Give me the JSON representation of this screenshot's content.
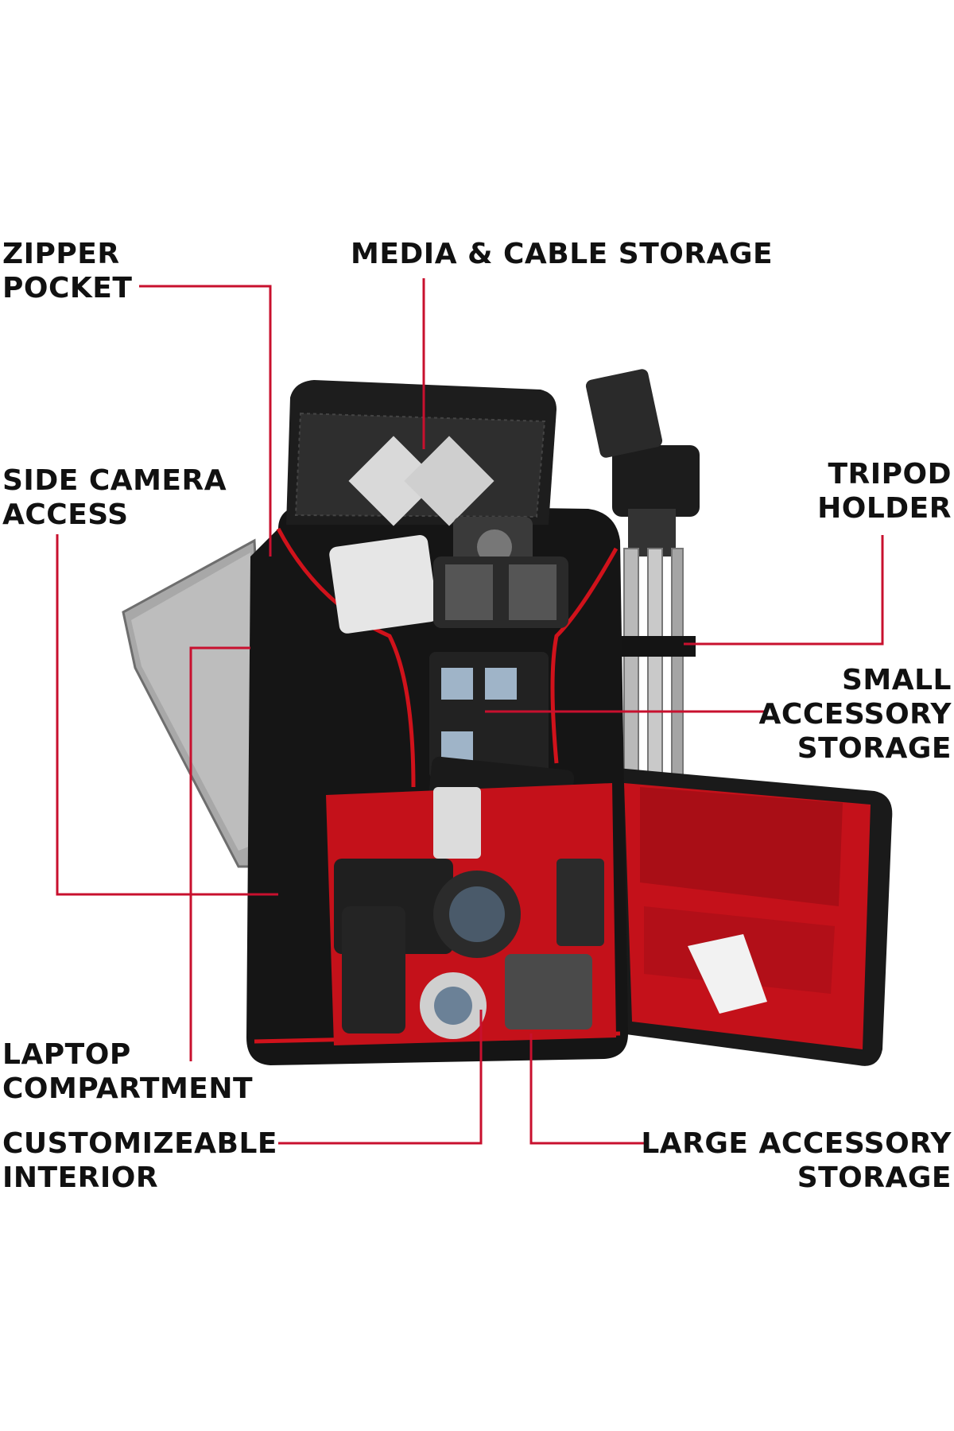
{
  "colors": {
    "background": "#ffffff",
    "label_text": "#111111",
    "leader_line": "#c8102e",
    "bag_body": "#151515",
    "bag_piping": "#d0121b",
    "interior": "#c4111a"
  },
  "callouts": [
    {
      "id": "zipper_pocket",
      "lines": [
        "ZIPPER",
        "POCKET"
      ]
    },
    {
      "id": "media_cable_storage",
      "lines": [
        "MEDIA & CABLE STORAGE"
      ]
    },
    {
      "id": "side_camera_access",
      "lines": [
        "SIDE CAMERA",
        "ACCESS"
      ]
    },
    {
      "id": "tripod_holder",
      "lines": [
        "TRIPOD",
        "HOLDER"
      ]
    },
    {
      "id": "small_accessory_storage",
      "lines": [
        "SMALL",
        "ACCESSORY",
        "STORAGE"
      ]
    },
    {
      "id": "laptop_compartment",
      "lines": [
        "LAPTOP",
        "COMPARTMENT"
      ]
    },
    {
      "id": "customizeable_interior",
      "lines": [
        "CUSTOMIZEABLE",
        "INTERIOR"
      ]
    },
    {
      "id": "large_accessory_storage",
      "lines": [
        "LARGE ACCESSORY",
        "STORAGE"
      ]
    }
  ]
}
